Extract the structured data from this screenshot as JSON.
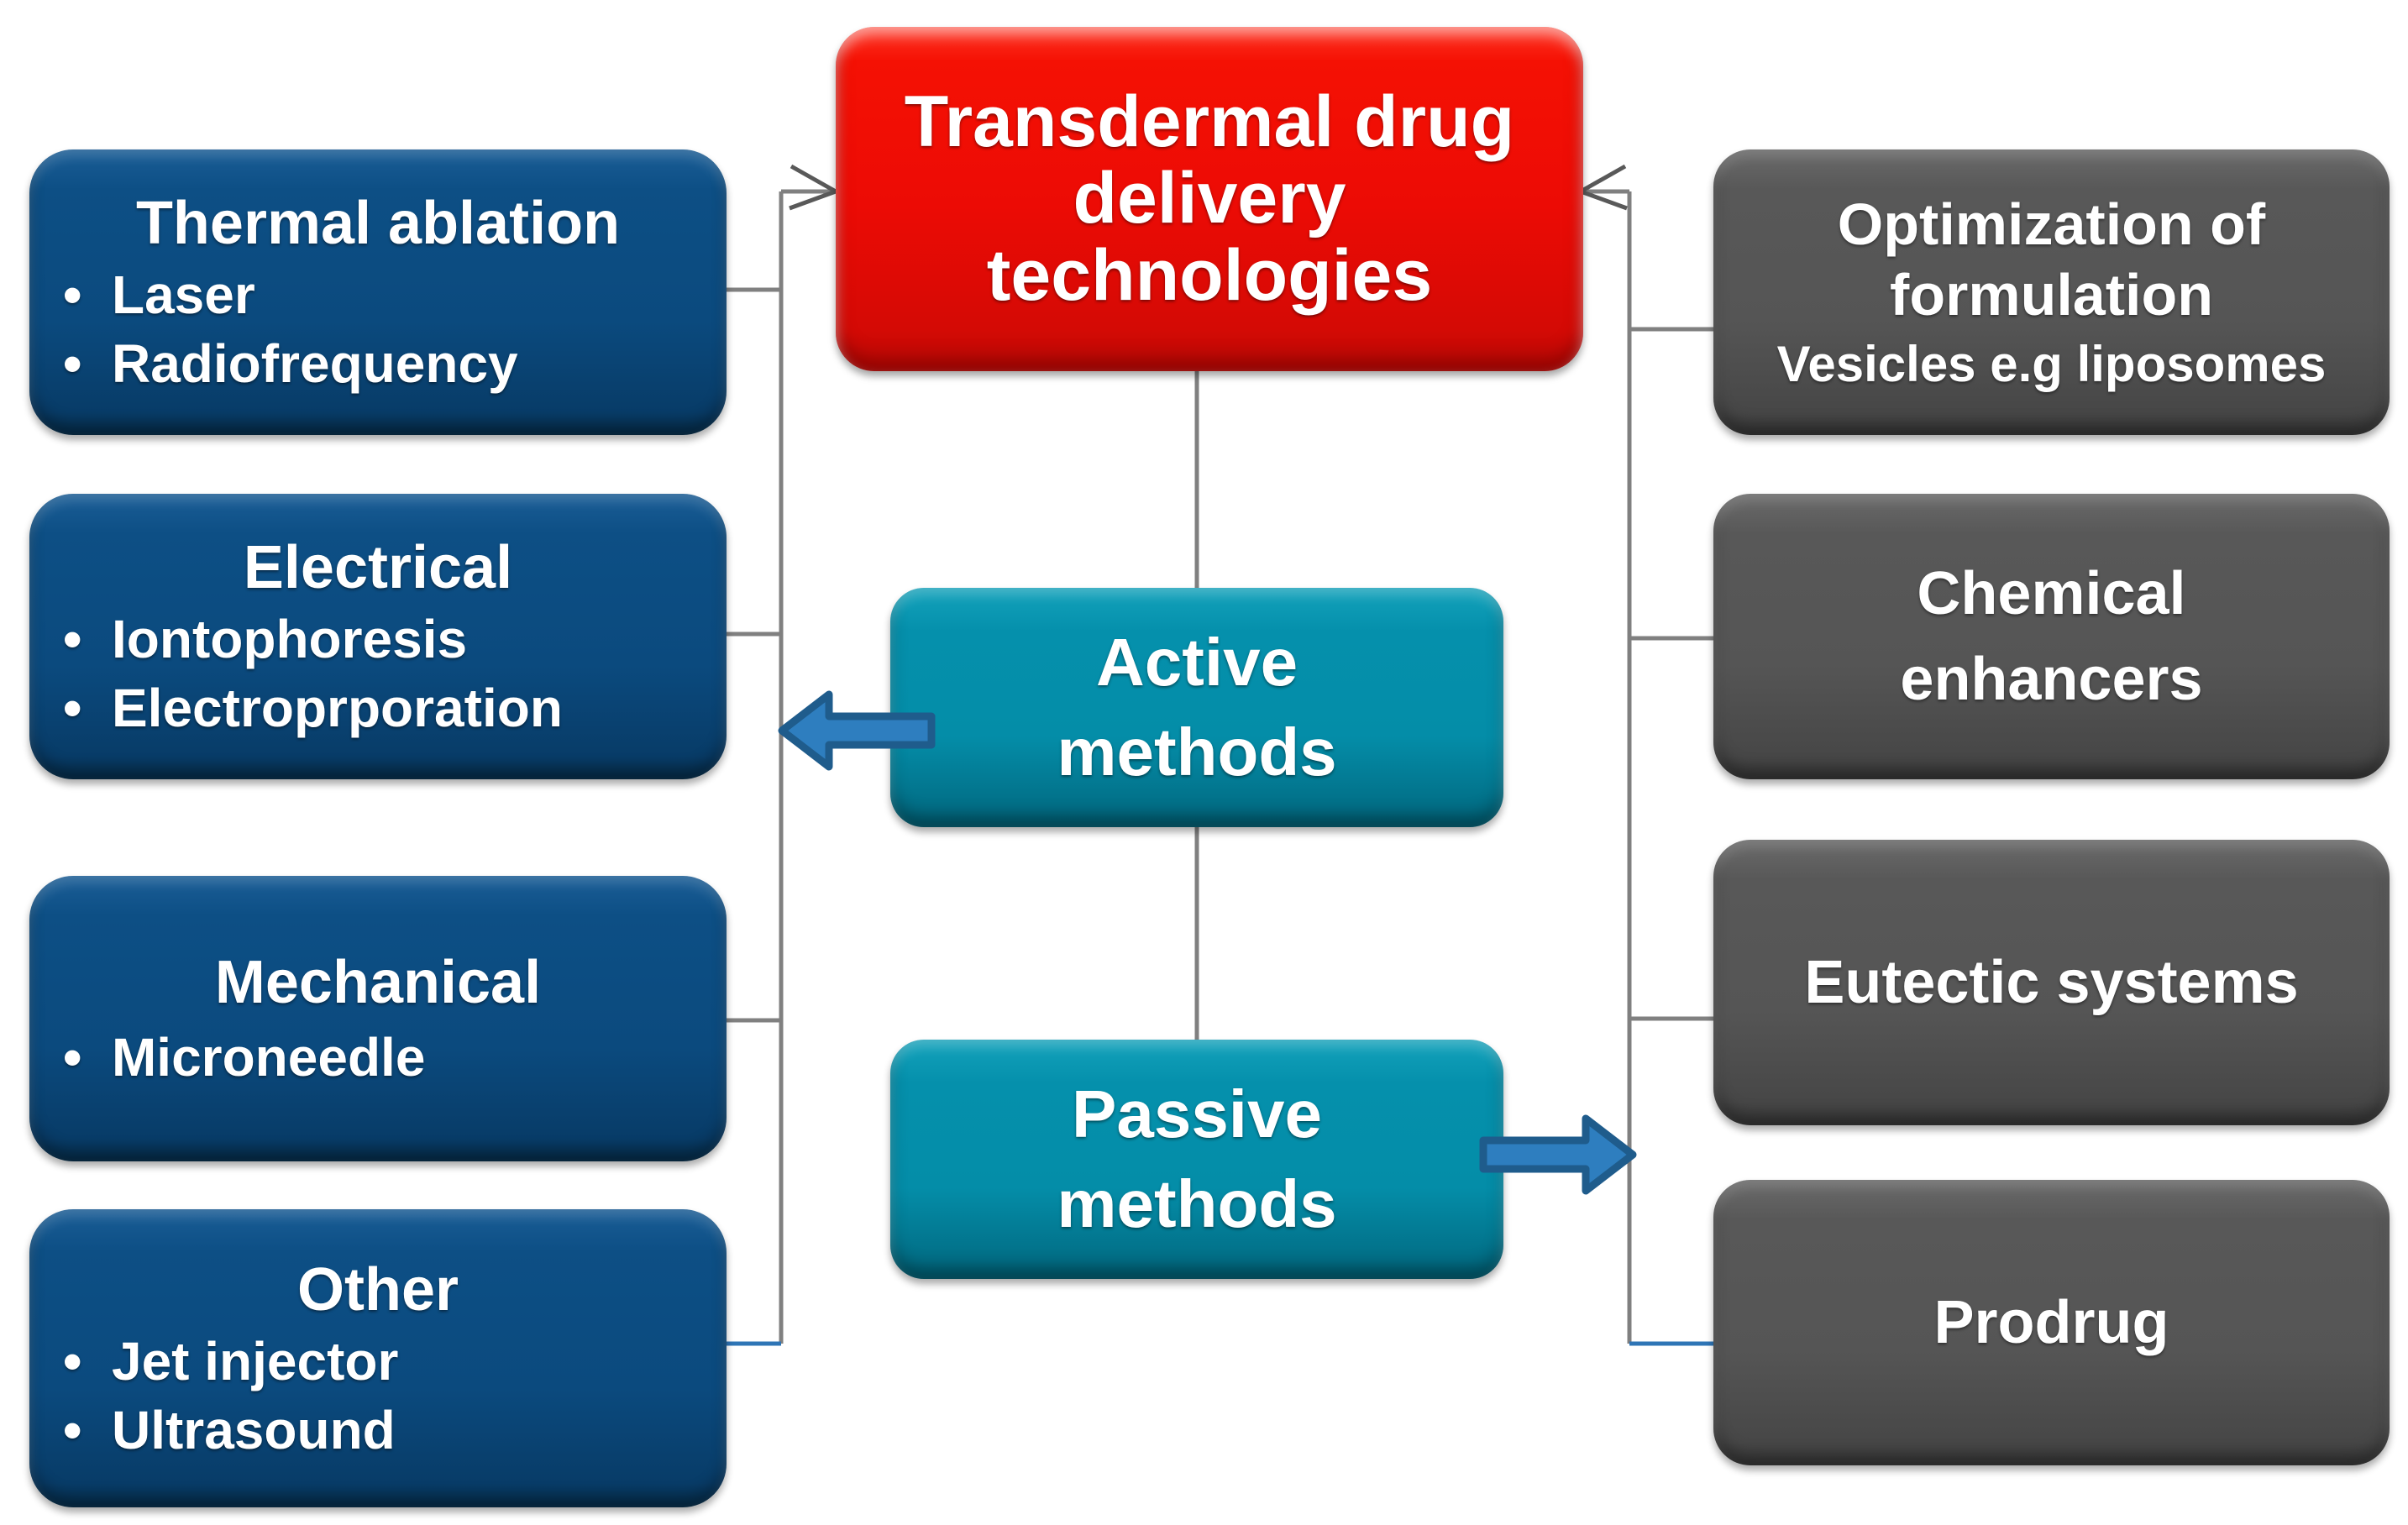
{
  "diagram": {
    "title_node": {
      "id": "transdermal-drug-delivery-technologies",
      "lines": [
        "Transdermal drug",
        "delivery",
        "technologies"
      ],
      "color": "#ee1105"
    },
    "center_nodes": [
      {
        "id": "active-methods",
        "lines": [
          "Active",
          "methods"
        ],
        "color": "#0590ac"
      },
      {
        "id": "passive-methods",
        "lines": [
          "Passive",
          "methods"
        ],
        "color": "#0590ac"
      }
    ],
    "left_nodes": [
      {
        "id": "thermal-ablation",
        "title": "Thermal ablation",
        "bullets": [
          "Laser",
          "Radiofrequency"
        ],
        "color": "#0b4a80"
      },
      {
        "id": "electrical",
        "title": "Electrical",
        "bullets": [
          "Iontophoresis",
          "Electroprporation"
        ],
        "color": "#0b4a80"
      },
      {
        "id": "mechanical",
        "title": "Mechanical",
        "bullets": [
          "Microneedle"
        ],
        "color": "#0b4a80"
      },
      {
        "id": "other",
        "title": "Other",
        "bullets": [
          "Jet injector",
          "Ultrasound"
        ],
        "color": "#0b4a80"
      }
    ],
    "right_nodes": [
      {
        "id": "optimization-of-formulation",
        "title": "Optimization of",
        "title2": "formulation",
        "sub": "Vesicles e.g liposomes",
        "color": "#575757"
      },
      {
        "id": "chemical-enhancers",
        "title": "Chemical",
        "title2": "enhancers",
        "sub": "",
        "color": "#575757"
      },
      {
        "id": "eutectic-systems",
        "title": "Eutectic systems",
        "title2": "",
        "sub": "",
        "color": "#575757"
      },
      {
        "id": "prodrug",
        "title": "Prodrug",
        "title2": "",
        "sub": "",
        "color": "#575757"
      }
    ],
    "bullet_glyph": "•",
    "connectors": {
      "line_color": "#808080",
      "accent_line_color": "#2e75b6",
      "arrow_fill": "#2e7ebf",
      "arrow_stroke": "#1f5c8c"
    }
  }
}
